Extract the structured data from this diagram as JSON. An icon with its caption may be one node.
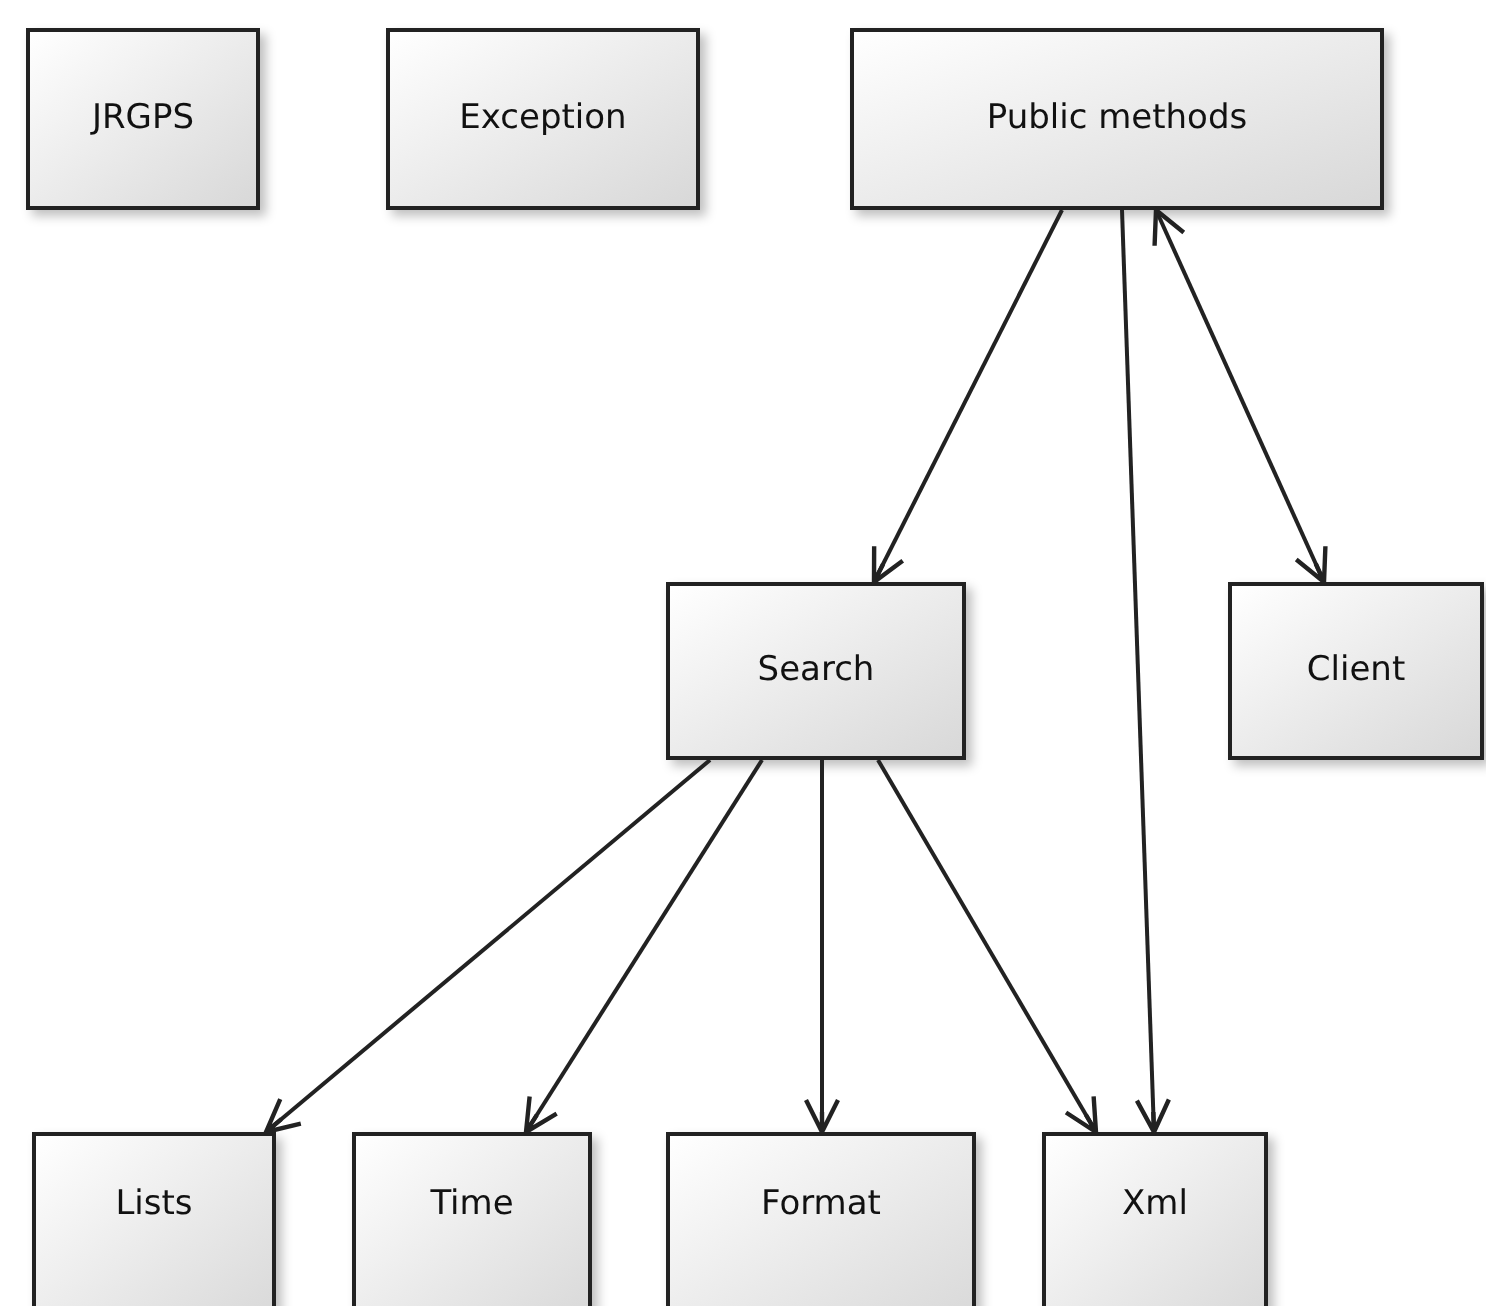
{
  "diagram": {
    "nodes": [
      {
        "text": [
          "JRGPS"
        ]
      },
      {
        "text": [
          "Exception"
        ]
      },
      {
        "text": [
          "Public methods"
        ]
      },
      {
        "text": [
          "Search"
        ]
      },
      {
        "text": [
          "Client"
        ]
      },
      {
        "text": [
          "Lists"
        ]
      },
      {
        "text": [
          "Time"
        ]
      },
      {
        "text": [
          "Format"
        ]
      },
      {
        "text": [
          "Xml"
        ]
      }
    ],
    "edges": [
      {
        "from": 2,
        "to": 3,
        "arrow": "to"
      },
      {
        "from": 2,
        "to": 8,
        "arrow": "to"
      },
      {
        "from": 2,
        "to": 4,
        "arrow": "both"
      },
      {
        "from": 3,
        "to": 5,
        "arrow": "to"
      },
      {
        "from": 3,
        "to": 6,
        "arrow": "to"
      },
      {
        "from": 3,
        "to": 7,
        "arrow": "to"
      },
      {
        "from": 3,
        "to": 8,
        "arrow": "to"
      }
    ]
  }
}
